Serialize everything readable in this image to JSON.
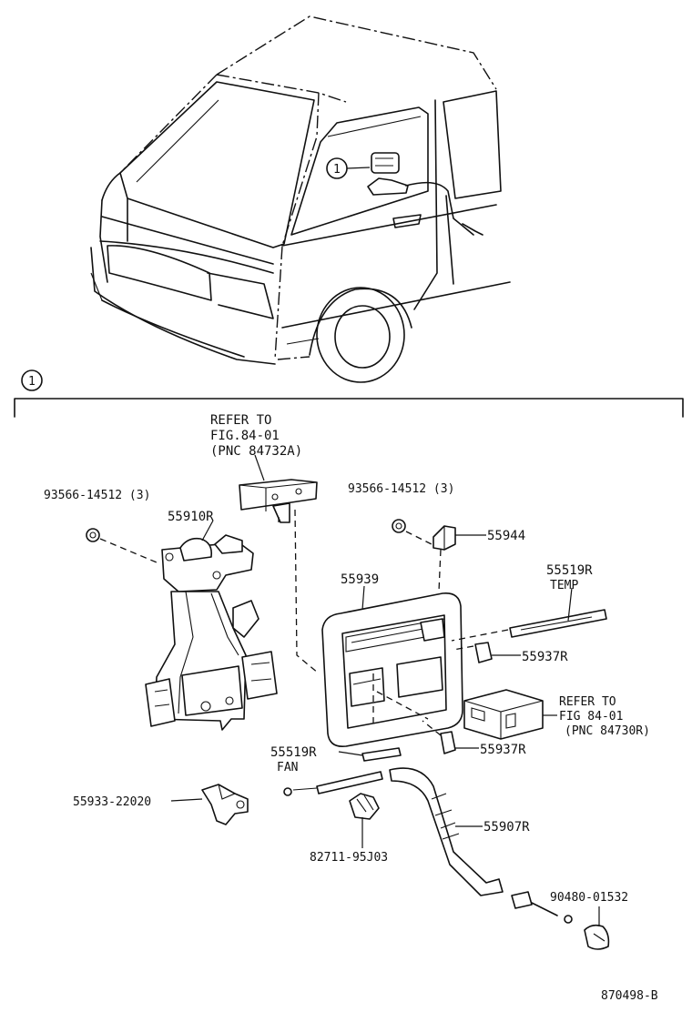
{
  "callout": "1",
  "labels": {
    "refer_a_1": "REFER TO",
    "refer_a_2": "FIG.84-01",
    "refer_a_3": "(PNC 84732A)",
    "bolt_left": "93566-14512 (3)",
    "bolt_right": "93566-14512 (3)",
    "p55910r": "55910R",
    "p55944": "55944",
    "p55939": "55939",
    "p55519r_temp_1": "55519R",
    "p55519r_temp_2": "TEMP",
    "p55937r_a": "55937R",
    "p55937r_b": "55937R",
    "refer_b_1": "REFER TO",
    "refer_b_2": "FIG 84-01",
    "refer_b_3": "(PNC 84730R)",
    "p55519r_fan_1": "55519R",
    "p55519r_fan_2": "FAN",
    "p55933": "55933-22020",
    "p82711": "82711-95J03",
    "p55907r": "55907R",
    "p90480": "90480-01532",
    "diagram_id": "870498-B"
  }
}
